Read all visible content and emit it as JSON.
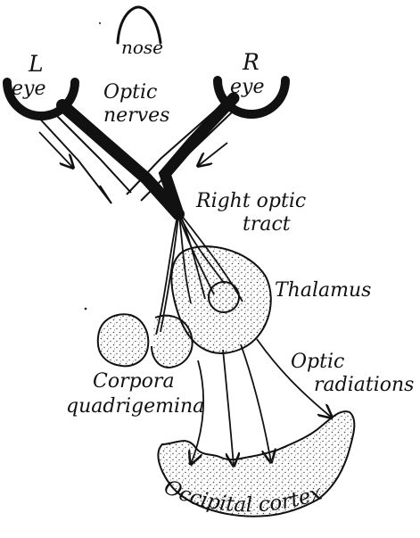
{
  "labels": {
    "nose": "nose",
    "left_letter": "L",
    "left_eye": "eye",
    "right_letter": "R",
    "right_eye": "eye",
    "optic_line1": "Optic",
    "optic_line2": "nerves",
    "tract_line1": "Right optic",
    "tract_line2": "tract",
    "thalamus": "Thalamus",
    "radiations_line1": "Optic",
    "radiations_line2": "radiations",
    "corpora_line1": "Corpora",
    "corpora_line2": "quadrigemina",
    "cortex": "Occipital cortex"
  },
  "colors": {
    "ink": "#111111",
    "paper": "#ffffff",
    "stipple": "#444444"
  }
}
